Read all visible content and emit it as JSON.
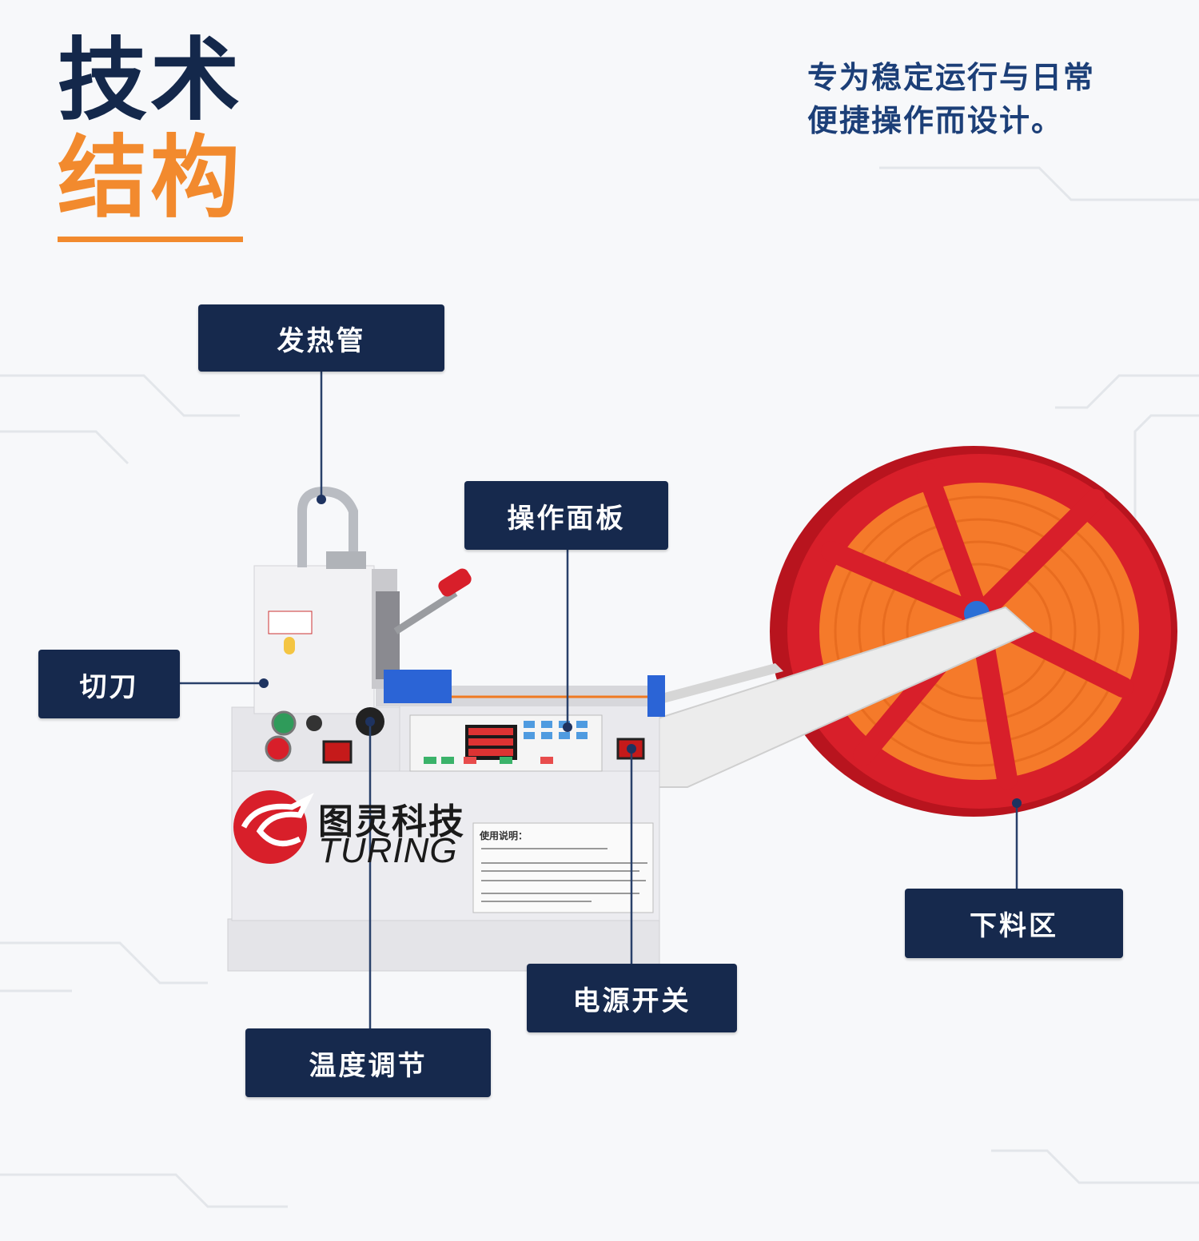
{
  "header": {
    "title_line1": "技术",
    "title_line2": "结构",
    "subtitle_line1": "专为稳定运行与日常",
    "subtitle_line2": "便捷操作而设计。"
  },
  "labels": {
    "heater": "发热管",
    "panel": "操作面板",
    "cutter": "切刀",
    "discharge": "下料区",
    "power": "电源开关",
    "temp": "温度调节"
  },
  "product": {
    "brand_cn": "图灵科技",
    "brand_en": "TURING",
    "instructions_title": "使用说明："
  },
  "colors": {
    "navy": "#16294d",
    "orange": "#f28a2e",
    "subtitle_blue": "#1c3f78",
    "reel_red": "#d81f2a"
  }
}
